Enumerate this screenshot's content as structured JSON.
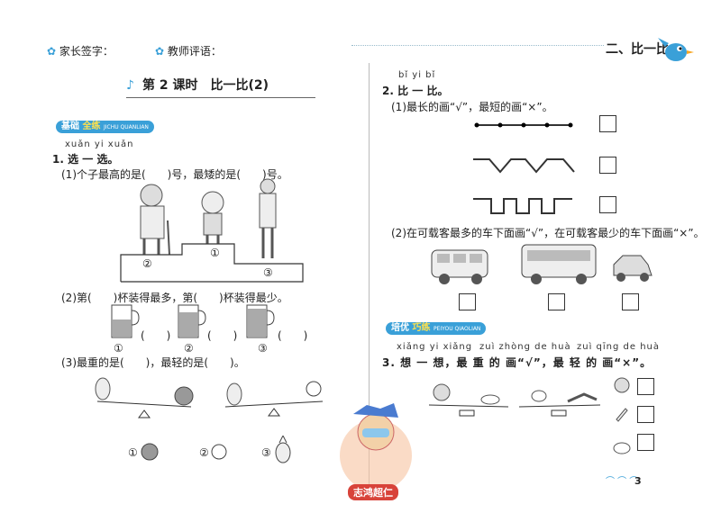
{
  "header": {
    "parent_sign": "家长签字：",
    "teacher_comment": "教师评语：",
    "unit_title": "二、比一比"
  },
  "lesson_title": "第 2 课时　比一比(2)",
  "section_basic": {
    "label": "基础",
    "label2": "全练",
    "pinyin": "JICHU QUANLIAN"
  },
  "section_advanced": {
    "label": "培优",
    "label2": "巧练",
    "pinyin": "PEIYOU QIAOLIAN"
  },
  "q1": {
    "pinyin": "xuǎn yi xuǎn",
    "title": "1. 选 一 选。",
    "sub1": "(1)个子最高的是(　　)号，最矮的是(　　)号。",
    "podium_labels": [
      "②",
      "①",
      "③"
    ],
    "sub2": "(2)第(　　)杯装得最多，第(　　)杯装得最少。",
    "cup_labels": [
      "①",
      "(　　)",
      "②",
      "(　　)",
      "③",
      "(　　)"
    ],
    "sub3": "(3)最重的是(　　)，最轻的是(　　)。",
    "answer_labels": [
      "①",
      "②",
      "③"
    ]
  },
  "q2": {
    "pinyin": "bǐ yi bǐ",
    "title": "2. 比 一 比。",
    "sub1": "(1)最长的画“√”，最短的画“×”。",
    "sub2": "(2)在可载客最多的车下面画“√”，在可载客最少的车下面画“×”。"
  },
  "q3": {
    "pinyin1": "xiǎng yi xiǎng",
    "pinyin2": "zuì zhòng de huà",
    "pinyin3": "zuì qīng de huà",
    "title": "3. 想 一 想，最 重 的 画“√”，最 轻 的 画“×”。"
  },
  "footer": {
    "page_number": "3",
    "stamp_text": "志鸿超仁"
  },
  "colors": {
    "accent": "#3aa0d8",
    "text": "#222222"
  }
}
